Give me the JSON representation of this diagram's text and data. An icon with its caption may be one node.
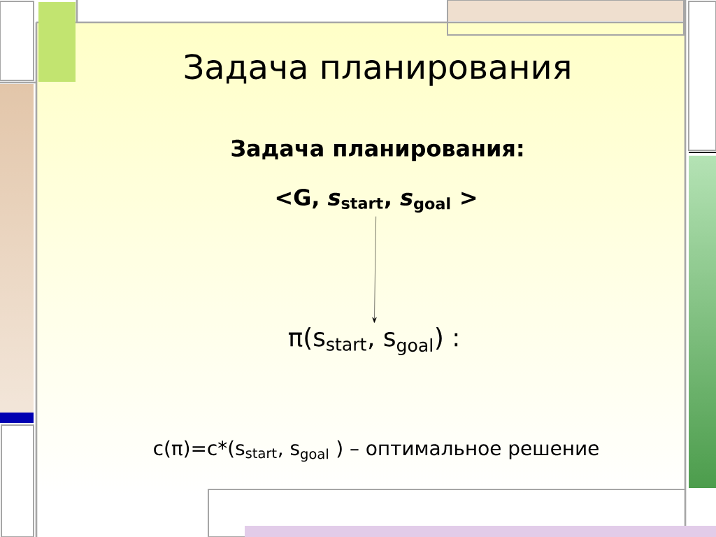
{
  "diagram": {
    "title": "Задача планирования",
    "nodes": [
      {
        "text": [
          "<G, *s*$_{start}$, *s*$_{goal}$ >"
        ]
      },
      {
        "text": [
          "π(s$_{start}$, s$_{goal}$) :"
        ]
      }
    ],
    "edges": [
      {
        "from": 0,
        "to": 1,
        "arrow": "to"
      }
    ],
    "labels": [
      "Задача планирования:",
      "c(π)=c*(s$_{start}$, s$_{goal}$ ) – оптимальное решение"
    ]
  }
}
